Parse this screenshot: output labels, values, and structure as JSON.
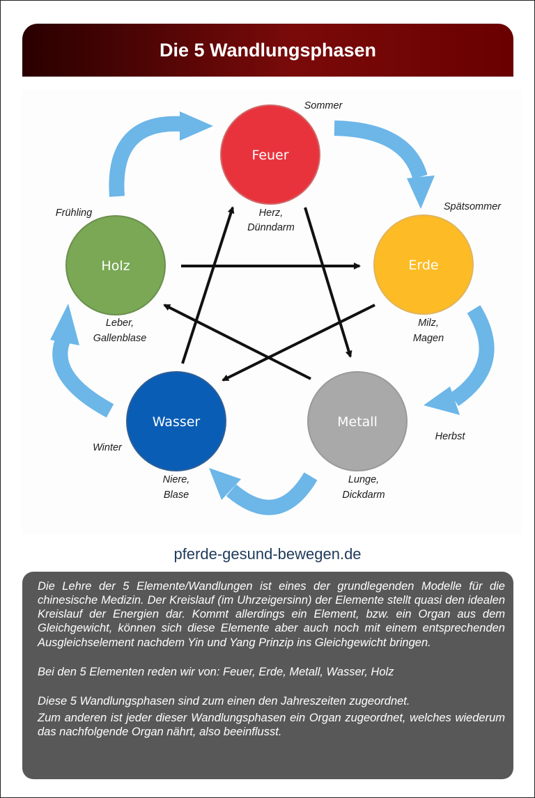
{
  "header": {
    "title": "Die 5 Wandlungsphasen"
  },
  "diagram": {
    "elements": [
      {
        "id": "feuer",
        "label": "Feuer",
        "color": "#e8333d",
        "season": "Sommer",
        "organs": [
          "Herz,",
          "Dünndarm"
        ]
      },
      {
        "id": "erde",
        "label": "Erde",
        "color": "#fdbb25",
        "season": "Spätsommer",
        "organs": [
          "Milz,",
          "Magen"
        ]
      },
      {
        "id": "metall",
        "label": "Metall",
        "color": "#a9a9a9",
        "season": "Herbst",
        "organs": [
          "Lunge,",
          "Dickdarm"
        ]
      },
      {
        "id": "wasser",
        "label": "Wasser",
        "color": "#0a5db5",
        "season": "Winter",
        "organs": [
          "Niere,",
          "Blase"
        ]
      },
      {
        "id": "holz",
        "label": "Holz",
        "color": "#7aa855",
        "season": "Frühling",
        "organs": [
          "Leber,",
          "Gallenblase"
        ]
      }
    ],
    "cycle_arrow_color": "#6cb6e8",
    "control_arrow_color": "#111111"
  },
  "website": "pferde-gesund-bewegen.de",
  "info": {
    "p1": "Die Lehre der 5 Elemente/Wandlungen ist eines der grundlegenden Modelle für die chinesische Medizin. Der Kreislauf (im Uhrzeigersinn) der Elemente stellt quasi den idealen Kreislauf der Energien dar. Kommt allerdings ein Element, bzw. ein Organ aus dem Gleichgewicht, können sich diese Elemente aber auch noch mit einem entsprechenden Ausgleichselement nachdem Yin und Yang Prinzip ins Gleichgewicht bringen.",
    "p2": "Bei den 5 Elementen reden wir von: Feuer, Erde, Metall, Wasser, Holz",
    "p3": "Diese 5 Wandlungsphasen sind zum einen den Jahreszeiten zugeordnet.",
    "p4": "Zum anderen ist jeder dieser Wandlungsphasen ein Organ zugeordnet, welches wiederum das nachfolgende Organ nährt, also beeinflusst."
  }
}
